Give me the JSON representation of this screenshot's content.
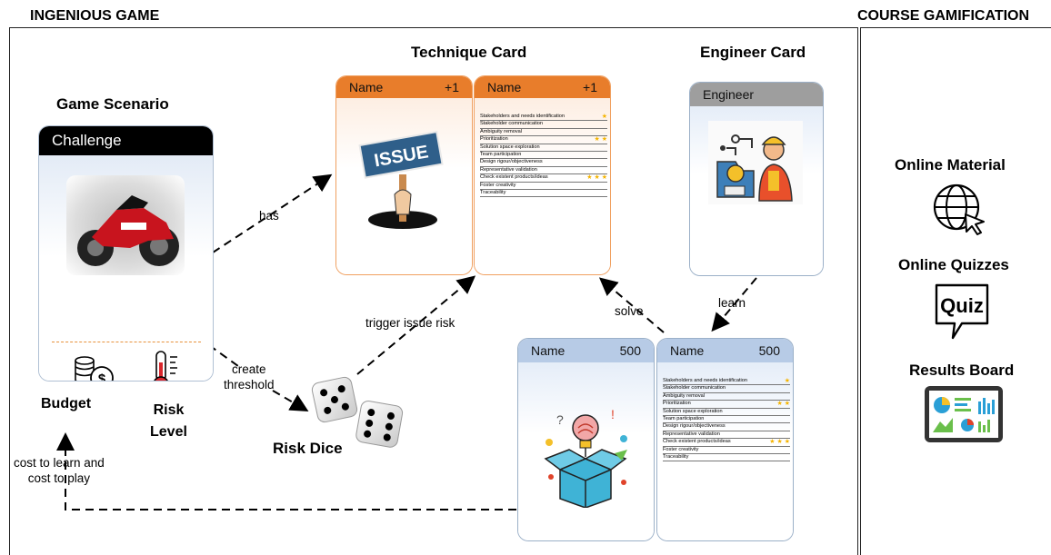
{
  "sections": {
    "left_header": "INGENIOUS GAME",
    "right_header": "COURSE GAMIFICATION"
  },
  "game_scenario": {
    "title": "Game Scenario",
    "challenge_label": "Challenge",
    "budget_label": "Budget",
    "risk_level_label": "Risk\nLevel"
  },
  "technique_card": {
    "title": "Technique Card",
    "left": {
      "name": "Name",
      "value": "+1",
      "image_text": "ISSUE"
    },
    "right": {
      "name": "Name",
      "value": "+1"
    }
  },
  "engineer_card": {
    "title": "Engineer Card",
    "header": "Engineer"
  },
  "solution_card": {
    "left": {
      "name": "Name",
      "value": "500"
    },
    "right": {
      "name": "Name",
      "value": "500"
    }
  },
  "skills": [
    {
      "label": "Stakeholders and needs identification",
      "stars": "★"
    },
    {
      "label": "Stakeholder communication",
      "stars": ""
    },
    {
      "label": "Ambiguity removal",
      "stars": ""
    },
    {
      "label": "Prioritization",
      "stars": "★ ★"
    },
    {
      "label": "Solution space exploration",
      "stars": ""
    },
    {
      "label": "Team participation",
      "stars": ""
    },
    {
      "label": "Design rigour/objectiveness",
      "stars": ""
    },
    {
      "label": "Representative validation",
      "stars": ""
    },
    {
      "label": "Check existent products/ideas",
      "stars": "★ ★ ★"
    },
    {
      "label": "Foster creativity",
      "stars": ""
    },
    {
      "label": "Traceability",
      "stars": ""
    }
  ],
  "relations": {
    "has": "has",
    "trigger": "trigger issue risk",
    "solve": "solve",
    "learn": "learn",
    "create_threshold": "create\nthreshold",
    "cost": "cost to learn and\ncost to play"
  },
  "risk_dice": {
    "label": "Risk Dice"
  },
  "gamification": {
    "online_material": "Online Material",
    "online_quizzes": "Online Quizzes",
    "quiz_word": "Quiz",
    "results_board": "Results Board"
  },
  "colors": {
    "orange": "#e87d2b",
    "blue_header": "#b7cbe6",
    "gray_header": "#9e9e9e",
    "challenge_header": "#000000",
    "star": "#f5b400"
  }
}
